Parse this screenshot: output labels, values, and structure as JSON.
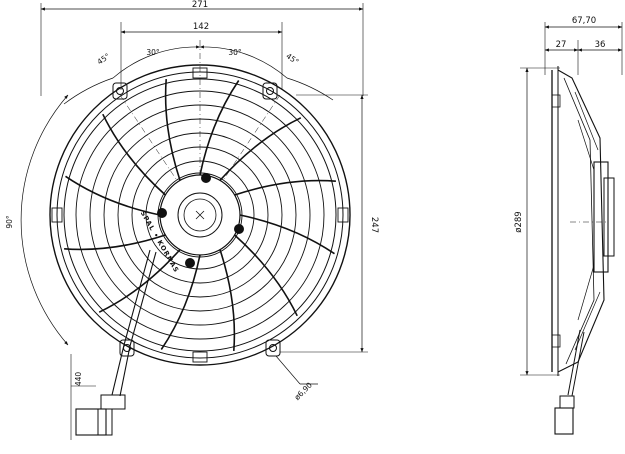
{
  "drawing": {
    "front_view": {
      "overall_width": "271",
      "mount_span": "142",
      "angle_left_outer": "45°",
      "angle_left_inner": "30°",
      "angle_right_inner": "30°",
      "angle_right_outer": "45°",
      "angle_span": "90°",
      "height_mounts": "247",
      "hole_diameter": "ø6,90",
      "cable_length": "440",
      "brand_text": "SPAL • KORNAS"
    },
    "side_view": {
      "total_depth": "67,70",
      "depth_front": "27",
      "depth_rear": "36",
      "diameter": "ø289"
    }
  }
}
